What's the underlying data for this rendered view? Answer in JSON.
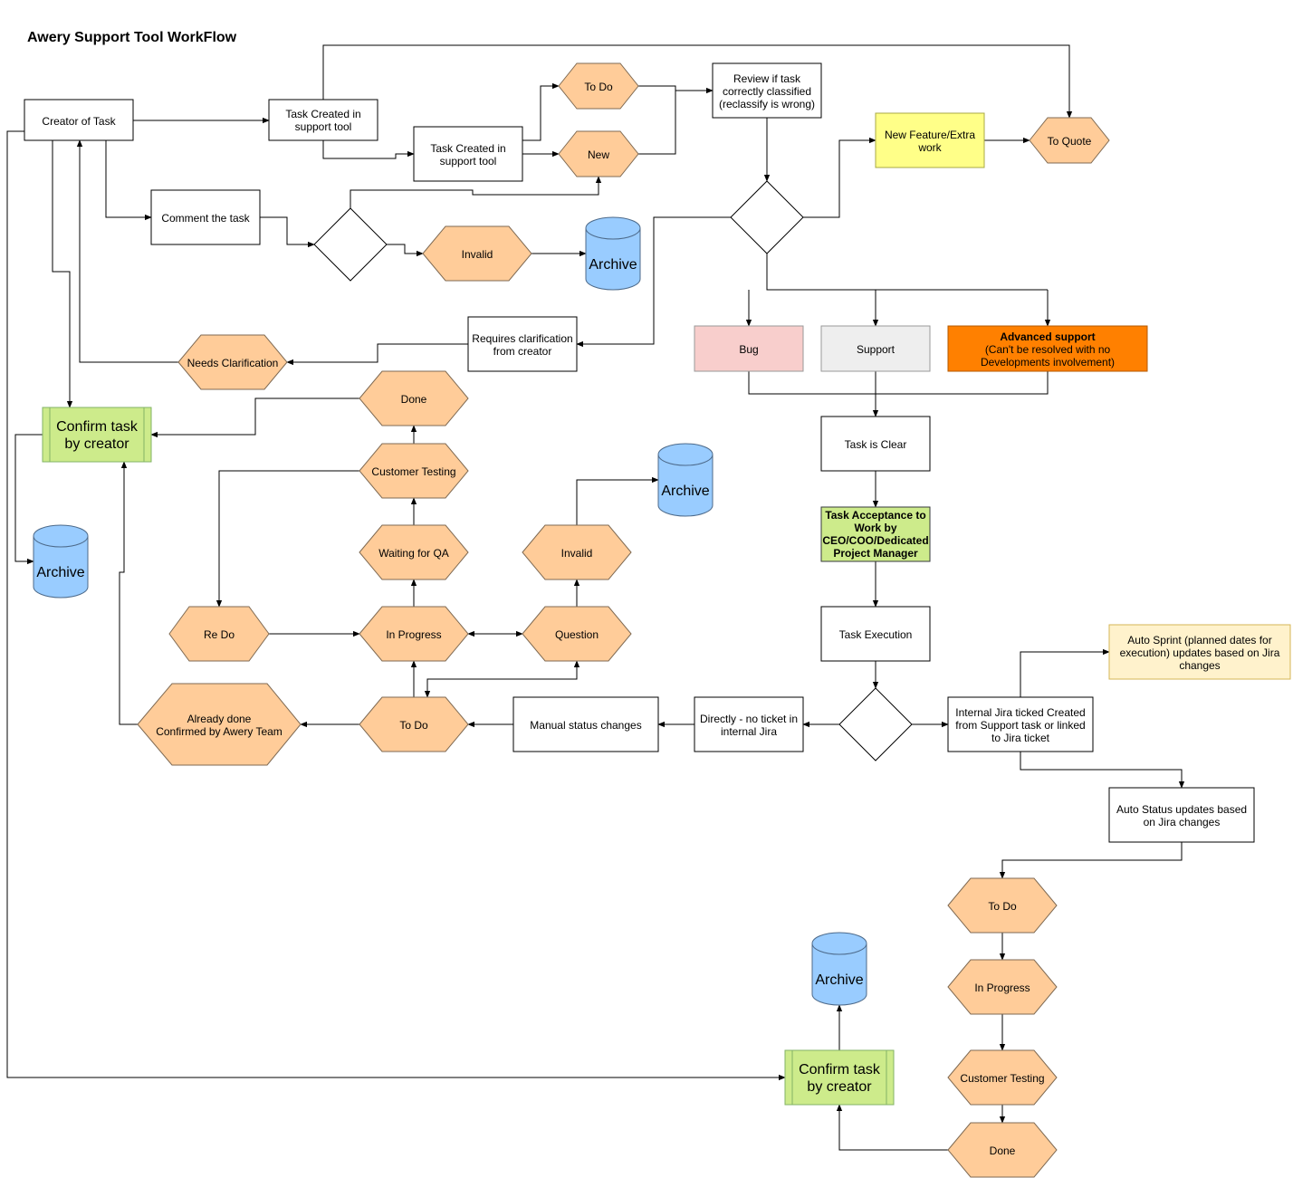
{
  "title": "Awery Support Tool WorkFlow",
  "colors": {
    "orange_fill": "#ffcc99",
    "orange_stroke": "#7f6a53",
    "archive_fill": "#99ccff",
    "archive_stroke": "#4d6a8a",
    "green_fill": "#cdeb8b",
    "green_stroke": "#82b366",
    "yellow_fill": "#ffff88",
    "bug_fill": "#f8cecc",
    "support_fill": "#eeeeee",
    "advanced_fill": "#ff8000",
    "note_fill": "#fff2cc"
  },
  "nodes": {
    "creator": "Creator of Task",
    "created1": [
      "Task Created in",
      "support tool"
    ],
    "created2": [
      "Task Created in",
      "support tool"
    ],
    "todo_top": "To Do",
    "new": "New",
    "review": [
      "Review if task",
      "correctly classified",
      "(reclassify is wrong)"
    ],
    "new_feature": [
      "New Feature/Extra",
      "work"
    ],
    "to_quote": "To Quote",
    "comment": "Comment the task",
    "invalid_top": "Invalid",
    "archive_top": "Archive",
    "requires": [
      "Requires clarification",
      "from creator"
    ],
    "needs": "Needs Clarification",
    "bug": "Bug",
    "support": "Support",
    "advanced_title": "Advanced support",
    "advanced_sub": [
      "(Can't be resolved with no",
      "Developments involvement)"
    ],
    "task_clear": "Task is Clear",
    "acceptance": [
      "Task Acceptance to",
      "Work by",
      "CEO/COO/Dedicated",
      "Project Manager"
    ],
    "execution": "Task Execution",
    "jira_ticket": [
      "Internal Jira ticked Created",
      "from Support task or linked",
      "to Jira ticket"
    ],
    "auto_sprint": [
      "Auto Sprint (planned dates for",
      "execution) updates based on Jira",
      "changes"
    ],
    "auto_status": [
      "Auto Status updates based",
      "on Jira changes"
    ],
    "todo_r": "To Do",
    "progress_r": "In Progress",
    "testing_r": "Customer Testing",
    "done_r": "Done",
    "confirm_bottom": [
      "Confirm task",
      "by creator"
    ],
    "archive_bottom": "Archive",
    "directly": [
      "Directly - no ticket in",
      "internal Jira"
    ],
    "manual": "Manual status changes",
    "todo_m": "To Do",
    "already": [
      "Already done",
      "Confirmed by Awery Team"
    ],
    "redo": "Re Do",
    "progress_m": "In Progress",
    "question": "Question",
    "invalid_m": "Invalid",
    "archive_m": "Archive",
    "waiting": "Waiting for QA",
    "testing_m": "Customer Testing",
    "done_m": "Done",
    "confirm_left": [
      "Confirm task",
      "by creator"
    ],
    "archive_left": "Archive"
  }
}
